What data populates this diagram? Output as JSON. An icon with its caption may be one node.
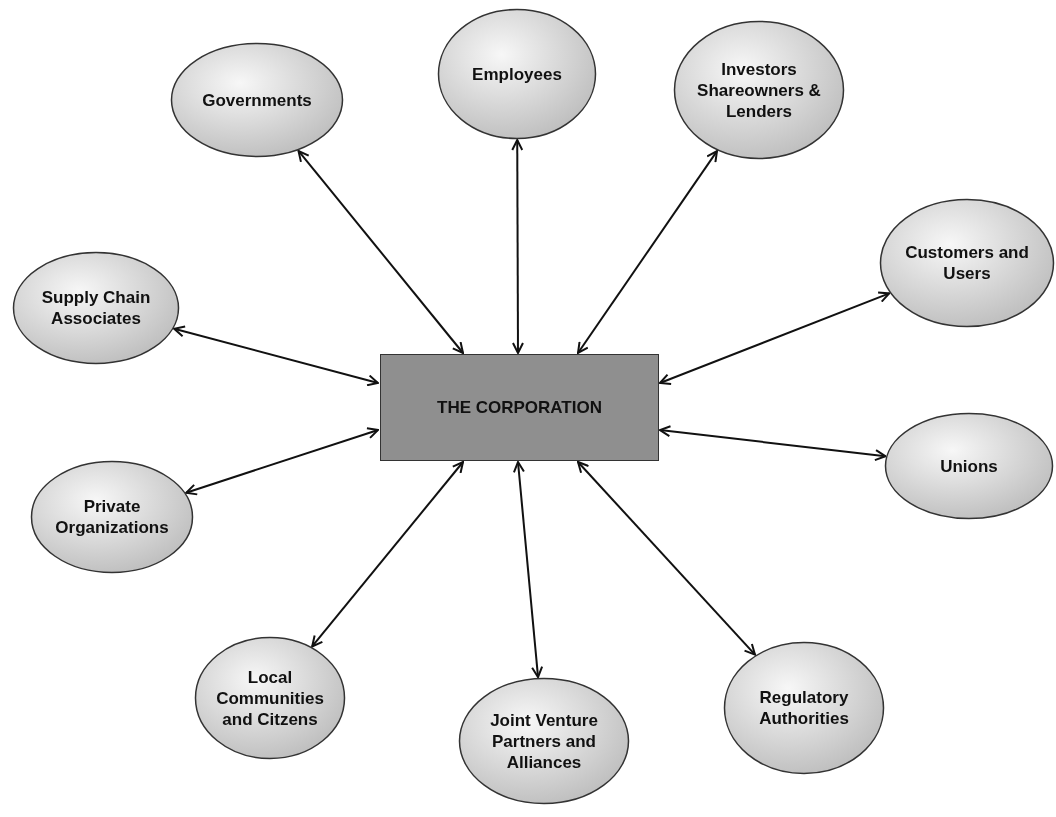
{
  "diagram": {
    "nodes": [
      {
        "text": [
          "Governments"
        ]
      },
      {
        "text": [
          "Employees"
        ]
      },
      {
        "text": [
          "Investors Shareowners & Lenders"
        ]
      },
      {
        "text": [
          "Customers and Users"
        ]
      },
      {
        "text": [
          "Supply Chain Associates"
        ]
      },
      {
        "text": [
          "THE CORPORATION"
        ]
      },
      {
        "text": [
          "Unions"
        ]
      },
      {
        "text": [
          "Private Organizations"
        ]
      },
      {
        "text": [
          "Local Communities and Citzens"
        ]
      },
      {
        "text": [
          "Joint Venture Partners and Alliances"
        ]
      },
      {
        "text": [
          "Regulatory Authorities"
        ]
      }
    ],
    "edges": [
      {
        "from": 5,
        "to": 0,
        "arrow": "both"
      },
      {
        "from": 5,
        "to": 1,
        "arrow": "both"
      },
      {
        "from": 5,
        "to": 2,
        "arrow": "both"
      },
      {
        "from": 5,
        "to": 3,
        "arrow": "both"
      },
      {
        "from": 5,
        "to": 4,
        "arrow": "both"
      },
      {
        "from": 5,
        "to": 6,
        "arrow": "both"
      },
      {
        "from": 5,
        "to": 7,
        "arrow": "both"
      },
      {
        "from": 5,
        "to": 8,
        "arrow": "both"
      },
      {
        "from": 5,
        "to": 9,
        "arrow": "both"
      },
      {
        "from": 5,
        "to": 10,
        "arrow": "both"
      }
    ]
  }
}
